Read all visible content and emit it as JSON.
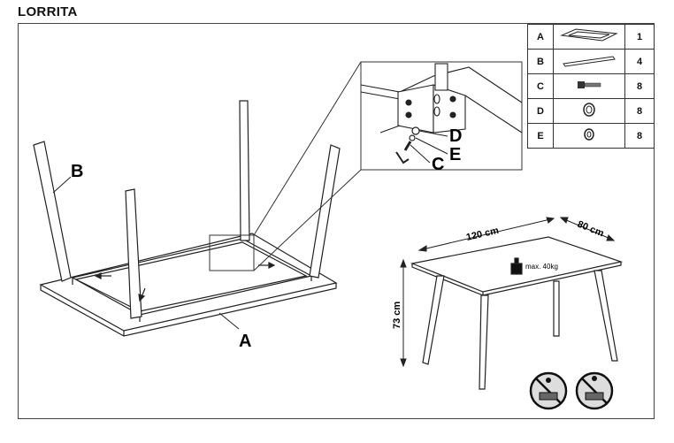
{
  "title": "LORRITA",
  "parts": [
    {
      "code": "A",
      "icon": "tabletop-icon",
      "qty": "1"
    },
    {
      "code": "B",
      "icon": "leg-icon",
      "qty": "4"
    },
    {
      "code": "C",
      "icon": "bolt-icon",
      "qty": "8"
    },
    {
      "code": "D",
      "icon": "spring-washer-icon",
      "qty": "8"
    },
    {
      "code": "E",
      "icon": "flat-washer-icon",
      "qty": "8"
    }
  ],
  "callouts": {
    "A": "A",
    "B": "B",
    "C": "C",
    "D": "D",
    "E": "E"
  },
  "dimensions": {
    "width": "120 cm",
    "depth": "80 cm",
    "height": "73 cm"
  },
  "max_load": "max. 40kg"
}
